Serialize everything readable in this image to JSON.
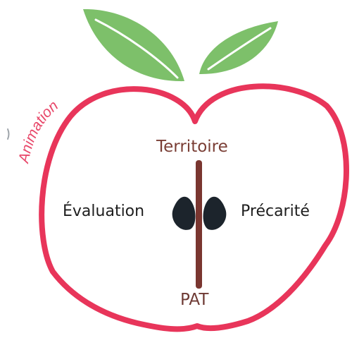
{
  "diagram": {
    "arc_label": "Animation",
    "top_label": "Territoire",
    "bottom_label": "PAT",
    "left_label": "Évaluation",
    "right_label": "Précarité"
  },
  "colors": {
    "apple_outline": "#e8355a",
    "arc_label": "#e8486a",
    "leaf_fill": "#7dc06a",
    "leaf_vein": "#ffffff",
    "stem": "#7a3630",
    "seed": "#1c242c",
    "territoire_text": "#7a3e35",
    "pat_text": "#6e3a34",
    "side_text": "#1e1e1e",
    "tick": "#9ea4aa"
  }
}
